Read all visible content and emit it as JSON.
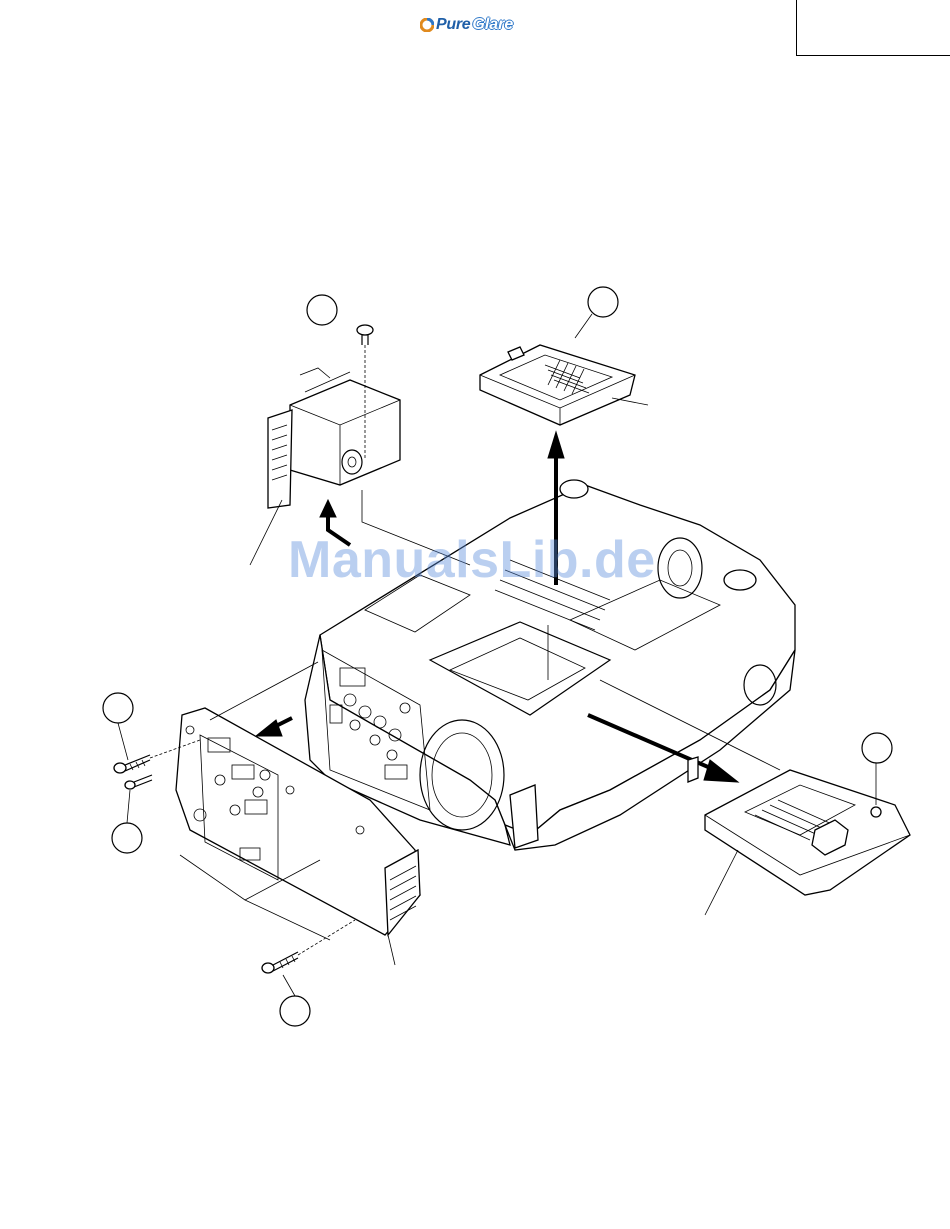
{
  "logo": {
    "word_a": "Pure",
    "word_b": "Glare",
    "icon": "pureglare-logo-icon"
  },
  "watermark": {
    "text": "ManualsLib.de"
  },
  "icons": {
    "screw": "screw-icon",
    "arrow": "arrow-icon",
    "callout": "callout-circle-icon"
  }
}
